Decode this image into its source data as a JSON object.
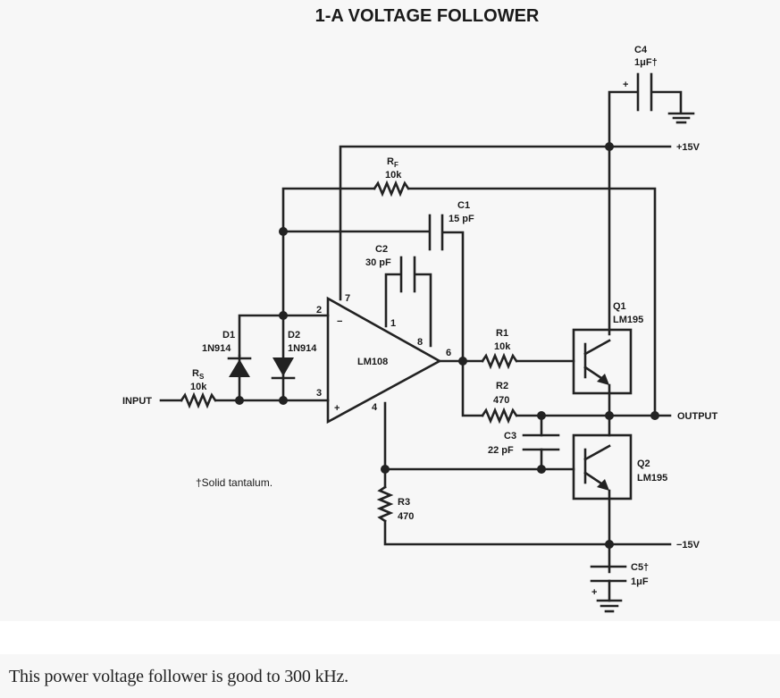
{
  "figure": {
    "title": "1-A VOLTAGE FOLLOWER",
    "note": "†Solid tantalum.",
    "rails": {
      "positive": "+15V",
      "negative": "−15V"
    },
    "ports": {
      "input": "INPUT",
      "output": "OUTPUT"
    },
    "opamp": {
      "name": "LM108",
      "pins": {
        "inv": "2",
        "noninv": "3",
        "vplus": "7",
        "vminus": "4",
        "comp1": "1",
        "comp8": "8",
        "out": "6"
      },
      "inv_sign": "−",
      "noninv_sign": "+"
    },
    "components": {
      "rs": {
        "ref": "R",
        "sub": "S",
        "value": "10k"
      },
      "rf": {
        "ref": "R",
        "sub": "F",
        "value": "10k"
      },
      "r1": {
        "ref": "R1",
        "value": "10k"
      },
      "r2": {
        "ref": "R2",
        "value": "470"
      },
      "r3": {
        "ref": "R3",
        "value": "470"
      },
      "c1": {
        "ref": "C1",
        "value": "15 pF"
      },
      "c2": {
        "ref": "C2",
        "value": "30 pF"
      },
      "c3": {
        "ref": "C3",
        "value": "22 pF"
      },
      "c4": {
        "ref": "C4",
        "value": "1μF†"
      },
      "c5": {
        "ref": "C5†",
        "value": "1μF"
      },
      "d1": {
        "ref": "D1",
        "value": "1N914"
      },
      "d2": {
        "ref": "D2",
        "value": "1N914"
      },
      "q1": {
        "ref": "Q1",
        "value": "LM195"
      },
      "q2": {
        "ref": "Q2",
        "value": "LM195"
      }
    },
    "polarity_plus": "+"
  },
  "caption": "This power voltage follower is good to 300 kHz."
}
